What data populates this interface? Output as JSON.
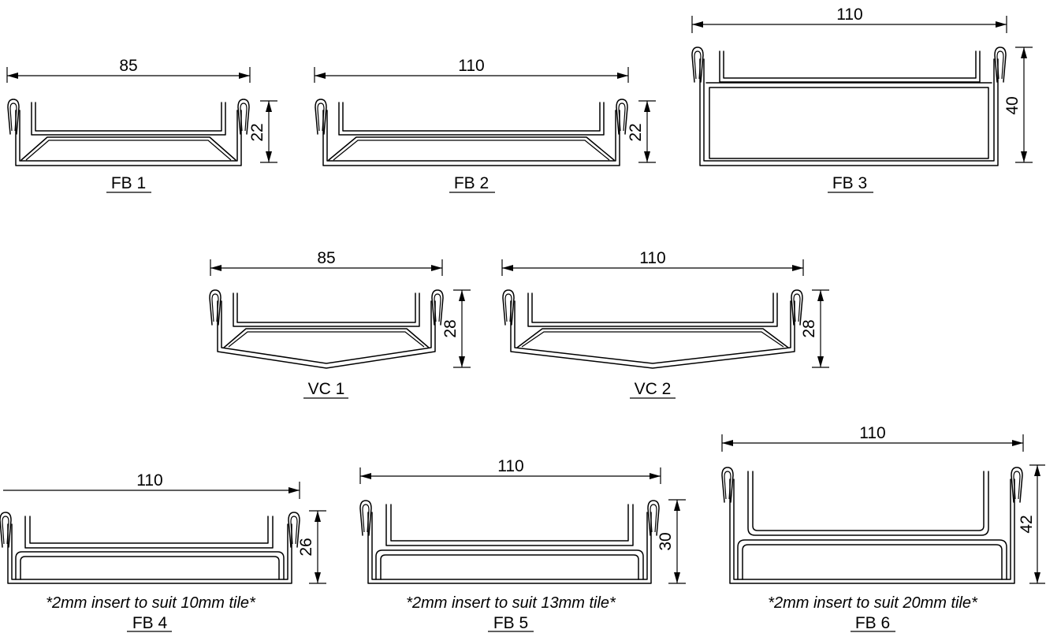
{
  "profiles": [
    {
      "id": "fb1",
      "label": "FB 1",
      "width": "85",
      "height": "22",
      "note": ""
    },
    {
      "id": "fb2",
      "label": "FB 2",
      "width": "110",
      "height": "22",
      "note": ""
    },
    {
      "id": "fb3",
      "label": "FB 3",
      "width": "110",
      "height": "40",
      "note": ""
    },
    {
      "id": "vc1",
      "label": "VC 1",
      "width": "85",
      "height": "28",
      "note": ""
    },
    {
      "id": "vc2",
      "label": "VC 2",
      "width": "110",
      "height": "28",
      "note": ""
    },
    {
      "id": "fb4",
      "label": "FB 4",
      "width": "110",
      "height": "26",
      "note": "*2mm insert to suit 10mm tile*"
    },
    {
      "id": "fb5",
      "label": "FB 5",
      "width": "110",
      "height": "30",
      "note": "*2mm insert to suit 13mm tile*"
    },
    {
      "id": "fb6",
      "label": "FB 6",
      "width": "110",
      "height": "42",
      "note": "*2mm insert to suit 20mm tile*"
    }
  ]
}
